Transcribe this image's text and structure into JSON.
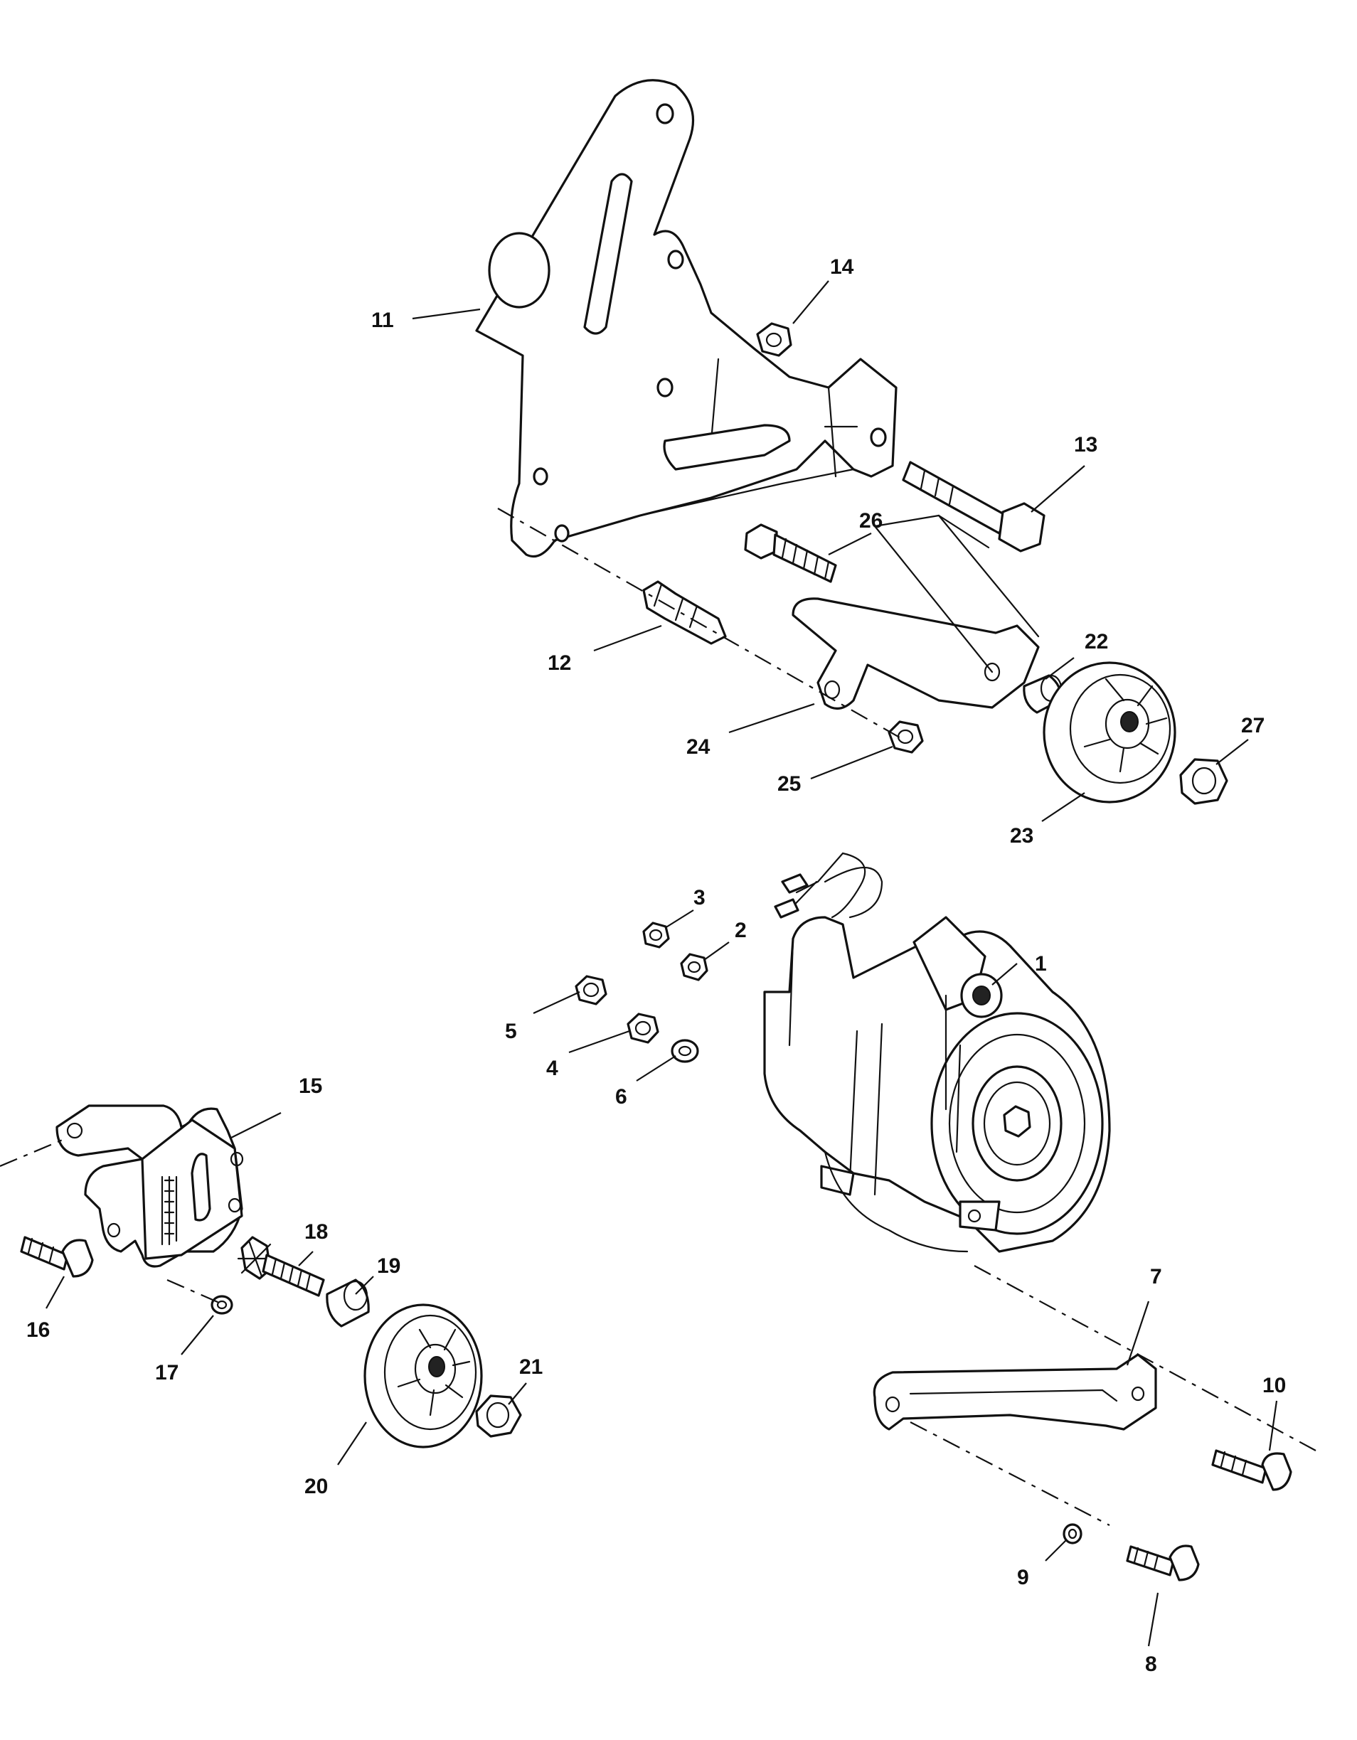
{
  "diagram": {
    "line_color": "#111111",
    "background": "#ffffff",
    "callouts": [
      {
        "id": "c1",
        "label": "1"
      },
      {
        "id": "c2",
        "label": "2"
      },
      {
        "id": "c3",
        "label": "3"
      },
      {
        "id": "c4",
        "label": "4"
      },
      {
        "id": "c5",
        "label": "5"
      },
      {
        "id": "c6",
        "label": "6"
      },
      {
        "id": "c7",
        "label": "7"
      },
      {
        "id": "c8",
        "label": "8"
      },
      {
        "id": "c9",
        "label": "9"
      },
      {
        "id": "c10",
        "label": "10"
      },
      {
        "id": "c11",
        "label": "11"
      },
      {
        "id": "c12",
        "label": "12"
      },
      {
        "id": "c13",
        "label": "13"
      },
      {
        "id": "c14",
        "label": "14"
      },
      {
        "id": "c15",
        "label": "15"
      },
      {
        "id": "c16",
        "label": "16"
      },
      {
        "id": "c17",
        "label": "17"
      },
      {
        "id": "c18",
        "label": "18"
      },
      {
        "id": "c19",
        "label": "19"
      },
      {
        "id": "c20",
        "label": "20"
      },
      {
        "id": "c21",
        "label": "21"
      },
      {
        "id": "c22",
        "label": "22"
      },
      {
        "id": "c23",
        "label": "23"
      },
      {
        "id": "c24",
        "label": "24"
      },
      {
        "id": "c25",
        "label": "25"
      },
      {
        "id": "c26",
        "label": "26"
      },
      {
        "id": "c27",
        "label": "27"
      }
    ]
  }
}
